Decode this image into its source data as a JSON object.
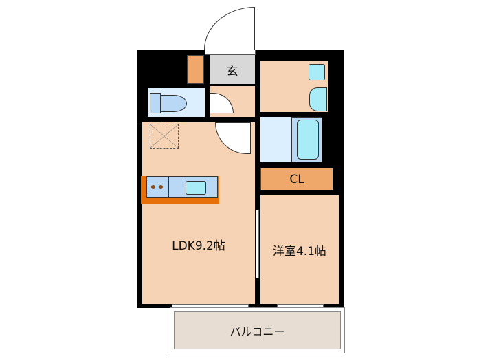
{
  "rooms": {
    "genkan": "玄",
    "closet": "CL",
    "ldk": "LDK9.2帖",
    "western": "洋室4.1帖",
    "balcony": "バルコニー"
  },
  "colors": {
    "wall": "#000000",
    "room": "#f6d3b5",
    "wet": "#dcefff",
    "storage": "#f0a86a",
    "kitchen_counter": "#e8700a",
    "balcony": "#e8ddd2"
  }
}
